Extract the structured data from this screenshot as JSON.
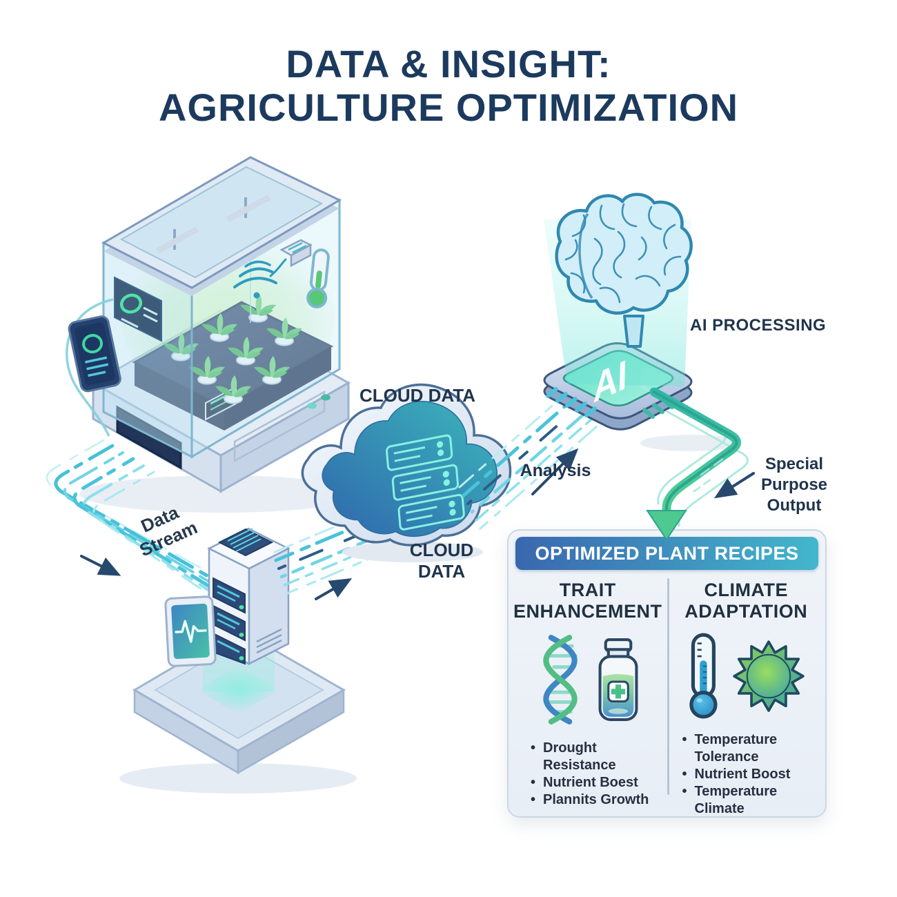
{
  "title": {
    "line1": "DATA & INSIGHT:",
    "line2": "AGRICULTURE OPTIMIZATION"
  },
  "labels": {
    "data_stream": {
      "line1": "Data",
      "line2": "Stream"
    },
    "cloud_data_top": "CLOUD DATA",
    "cloud_data_bottom": {
      "line1": "CLOUD",
      "line2": "DATA"
    },
    "analysis": "Analysis",
    "ai_processing": "AI PROCESSING",
    "special_output": {
      "line1": "Special",
      "line2": "Purpose",
      "line3": "Output"
    },
    "ai_chip": "AI"
  },
  "panel": {
    "header": "OPTIMIZED PLANT RECIPES",
    "columns": [
      {
        "title_line1": "TRAIT",
        "title_line2": "ENHANCEMENT",
        "icons": [
          "dna-icon",
          "supplement-bottle-icon"
        ],
        "bullets": [
          "Drought Resistance",
          "Nutrient Boest",
          "Plannits Growth"
        ]
      },
      {
        "title_line1": "CLIMATE",
        "title_line2": "ADAPTATION",
        "icons": [
          "thermometer-icon",
          "sun-icon"
        ],
        "bullets": [
          "Temperature Tolerance",
          "Nutrient Boost",
          "Temperature Climate"
        ]
      }
    ]
  },
  "colors": {
    "title_navy": "#1c3a5e",
    "label_navy": "#20344c",
    "stream_teal": "#4fc3da",
    "green_arrow": "#43c793",
    "header_gradient_left": "#3a67ae",
    "header_gradient_right": "#43b7cc",
    "panel_background": "#edf2f8",
    "chip_face_teal": "#6fe5cd",
    "cloud_blue": "#2f66ad",
    "cloud_teal": "#3cb6bb",
    "plant_green": "#46b85a"
  }
}
